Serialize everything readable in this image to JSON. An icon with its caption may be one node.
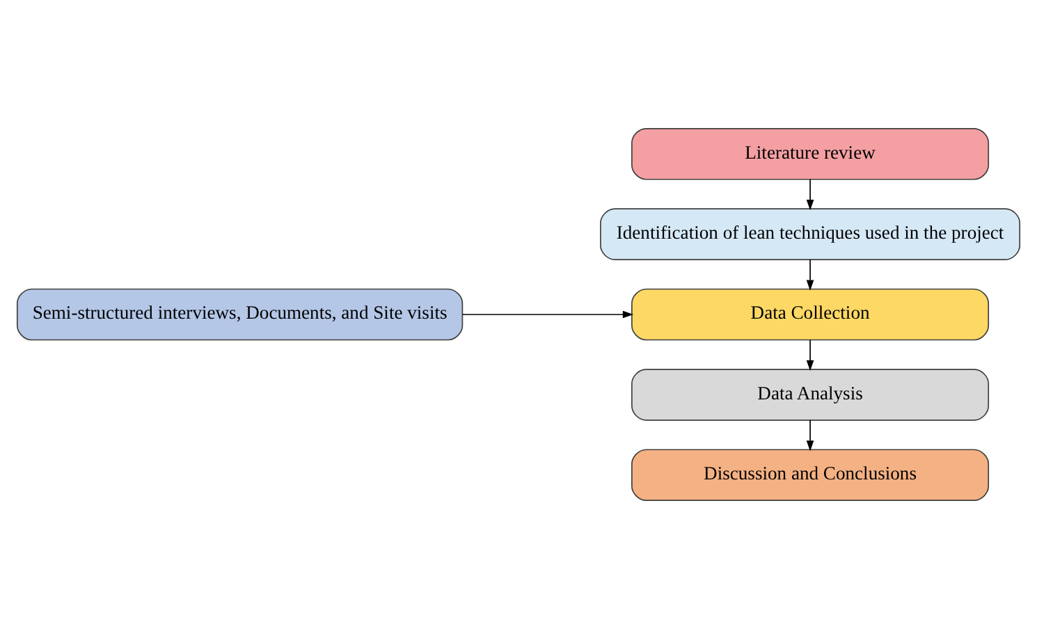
{
  "diagram": {
    "nodes": [
      {
        "text": [
          "Literature review"
        ]
      },
      {
        "text": [
          "Identification of lean techniques used in the project"
        ]
      },
      {
        "text": [
          "Data Collection"
        ]
      },
      {
        "text": [
          "Semi-structured interviews, Documents, and Site visits"
        ]
      },
      {
        "text": [
          "Data Analysis"
        ]
      },
      {
        "text": [
          "Discussion and Conclusions"
        ]
      }
    ],
    "edges": [
      {
        "from": 0,
        "to": 1,
        "arrow": "to"
      },
      {
        "from": 1,
        "to": 2,
        "arrow": "to"
      },
      {
        "from": 3,
        "to": 2,
        "arrow": "to"
      },
      {
        "from": 2,
        "to": 4,
        "arrow": "to"
      },
      {
        "from": 4,
        "to": 5,
        "arrow": "to"
      }
    ]
  }
}
